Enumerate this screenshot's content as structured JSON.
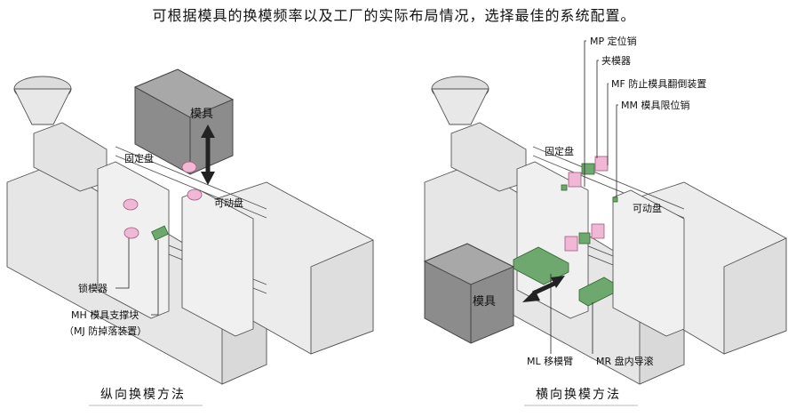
{
  "title": "可根据模具的换模频率以及工厂的实际布局情况，选择最佳的系统配置。",
  "left": {
    "caption": "纵向换模方法",
    "labels": {
      "die": "模具",
      "fixed_platen": "固定盘",
      "moving_platen": "可动盘",
      "clamp": "锁模器",
      "mh": "MH 模具支撑块",
      "mj": "（MJ 防掉落装置）"
    }
  },
  "right": {
    "caption": "横向换模方法",
    "labels": {
      "mp": "MP 定位销",
      "clamp": "夹模器",
      "mf": "MF 防止模具翻倒装置",
      "mm": "MM 模具限位销",
      "fixed_platen": "固定盘",
      "moving_platen": "可动盘",
      "die": "模具",
      "ml": "ML 移模臂",
      "mr": "MR 盘内导滚"
    }
  },
  "colors": {
    "machine": "#e9e9e9",
    "machine_dark": "#cfcfcf",
    "die": "#8c8c8c",
    "clamp_pink": "#f0b8d4",
    "green": "#6fa86f"
  }
}
